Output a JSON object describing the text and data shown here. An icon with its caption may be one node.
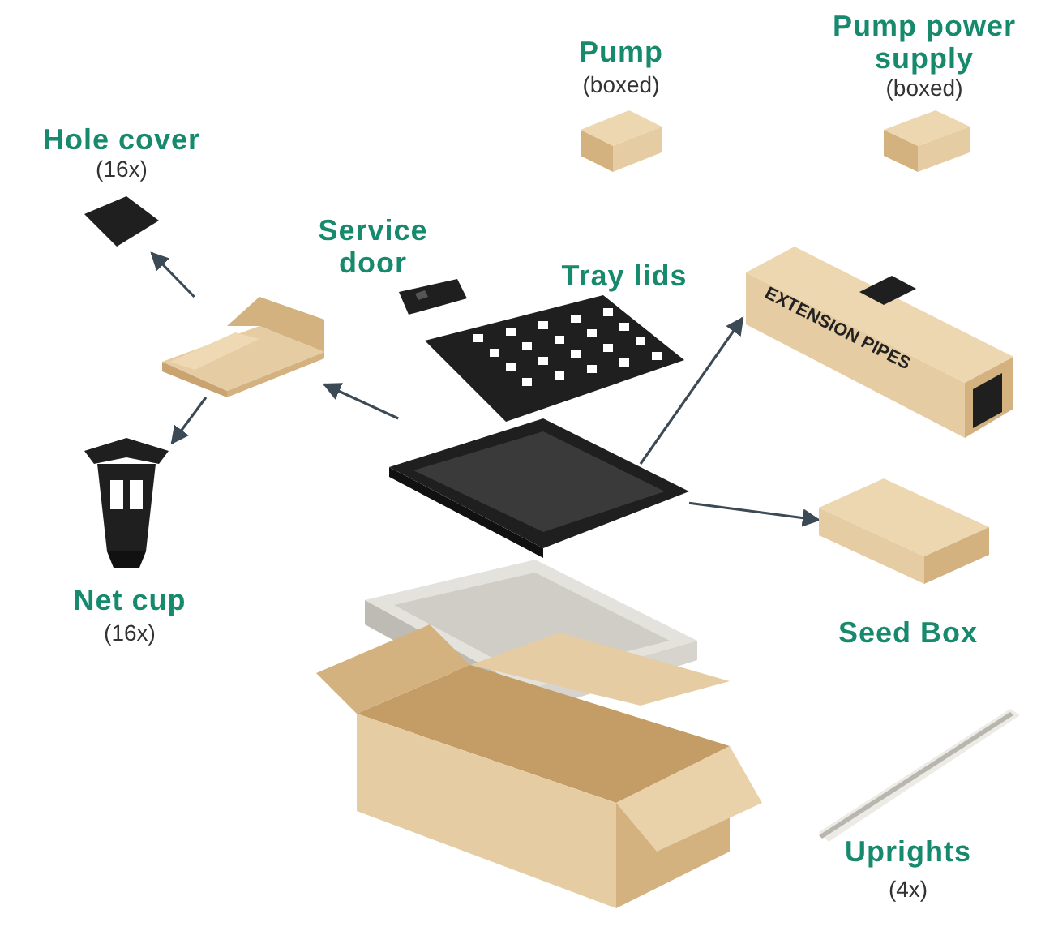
{
  "diagram": {
    "nodes": [
      {
        "text": [],
        "shape": "picture",
        "beside": [
          "Service door"
        ]
      },
      {
        "text": [],
        "shape": "picture",
        "beside": [
          "Tray lids"
        ]
      },
      {
        "text": [],
        "shape": "picture"
      },
      {
        "text": [],
        "shape": "picture"
      },
      {
        "text": [],
        "shape": "picture",
        "beside": [
          "Hole cover",
          "(16x)"
        ]
      },
      {
        "text": [],
        "shape": "picture",
        "beside": [
          "Net cup",
          "(16x)"
        ]
      },
      {
        "text": [],
        "shape": "picture",
        "beside": [
          "Pump",
          "(boxed)"
        ]
      },
      {
        "text": [],
        "shape": "picture",
        "beside": [
          "Pump power supply",
          "(boxed)"
        ]
      },
      {
        "text": [
          "EXTENSION PIPES"
        ]
      },
      {
        "text": [],
        "shape": "picture",
        "beside": [
          "Seed Box"
        ]
      },
      {
        "text": [],
        "shape": "picture"
      },
      {
        "text": [],
        "shape": "picture"
      },
      {
        "text": [],
        "shape": "picture",
        "beside": [
          "Uprights",
          "(4x)"
        ]
      }
    ],
    "edges": [
      {
        "from": 2,
        "to": 3,
        "arrow": "to"
      },
      {
        "from": 3,
        "to": 4,
        "arrow": "to"
      },
      {
        "from": 3,
        "to": 5,
        "arrow": "to"
      },
      {
        "from": 2,
        "to": 8,
        "arrow": "to"
      },
      {
        "from": 2,
        "to": 9,
        "arrow": "to"
      }
    ]
  }
}
